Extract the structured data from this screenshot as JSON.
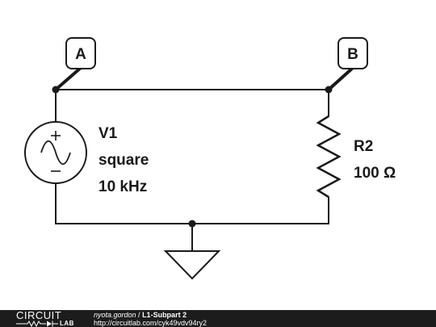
{
  "schematic": {
    "nodes": {
      "a_label": "A",
      "b_label": "B"
    },
    "v1": {
      "name": "V1",
      "waveform": "square",
      "frequency": "10 kHz"
    },
    "r2": {
      "name": "R2",
      "value": "100 Ω"
    },
    "colors": {
      "wire": "#1a1a1a",
      "background": "#ffffff"
    },
    "icons": {
      "source": "ac-source-icon",
      "resistor": "resistor-zigzag-icon",
      "ground": "ground-icon"
    }
  },
  "footer": {
    "logo_top": "CIRCUIT",
    "logo_bottom": "LAB",
    "author": "nyota.gordon",
    "separator": " / ",
    "title": "L1-Subpart 2",
    "url": "http://circuitlab.com/cyk49vdv94ry2",
    "background": "#1c1c1c"
  }
}
